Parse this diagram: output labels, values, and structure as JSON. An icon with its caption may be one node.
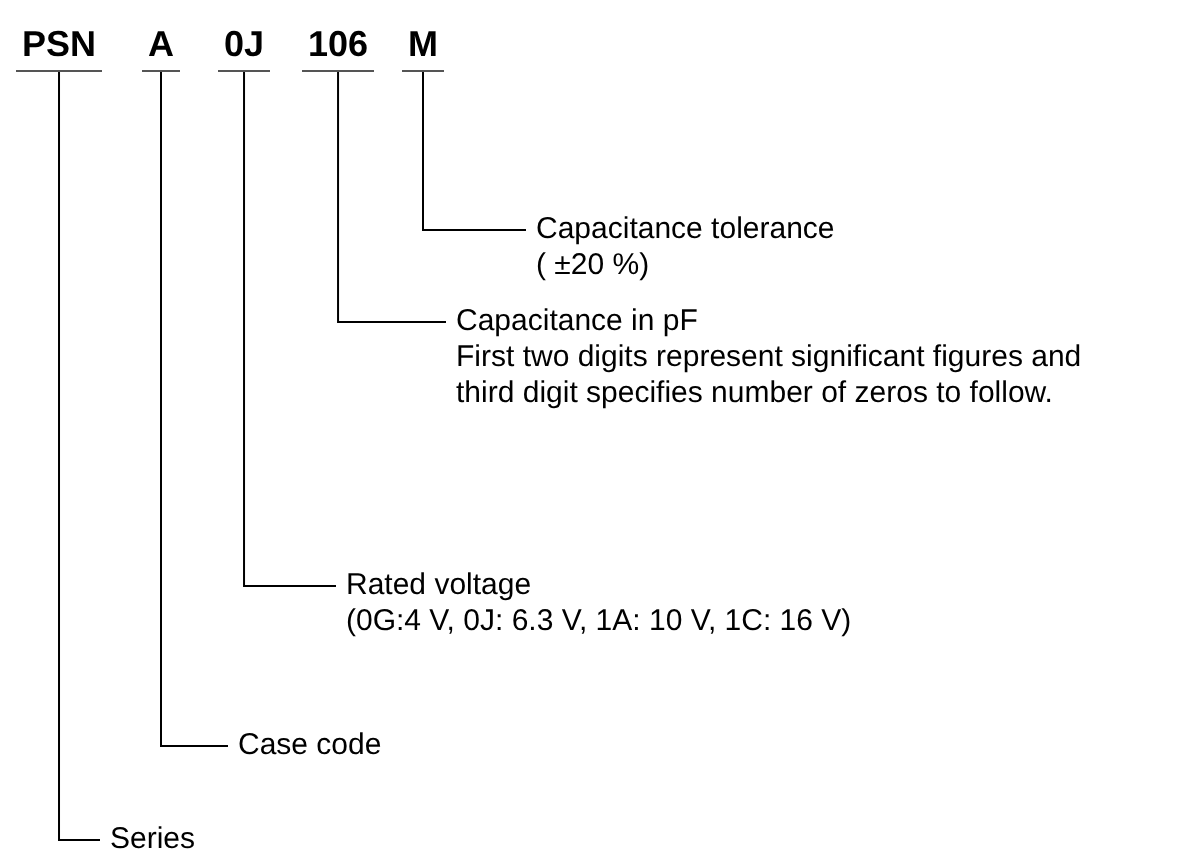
{
  "diagram": {
    "nodes": [
      {
        "text": [
          "PSN"
        ]
      },
      {
        "text": [
          "A"
        ]
      },
      {
        "text": [
          "0J"
        ]
      },
      {
        "text": [
          "106"
        ]
      },
      {
        "text": [
          "M"
        ]
      },
      {
        "text": [
          "Capacitance tolerance",
          "( ±20 %)"
        ]
      },
      {
        "text": [
          "Capacitance in pF",
          "First two digits represent significant figures and third digit specifies number of zeros to follow."
        ]
      },
      {
        "text": [
          "Rated voltage",
          "(0G:4 V, 0J: 6.3 V, 1A: 10 V, 1C: 16 V)"
        ]
      },
      {
        "text": [
          "Case code"
        ]
      },
      {
        "text": [
          "Series"
        ]
      }
    ],
    "edges": [
      {
        "from": 4,
        "to": 5,
        "arrow": "none"
      },
      {
        "from": 3,
        "to": 6,
        "arrow": "none"
      },
      {
        "from": 2,
        "to": 7,
        "arrow": "none"
      },
      {
        "from": 1,
        "to": 8,
        "arrow": "none"
      },
      {
        "from": 0,
        "to": 9,
        "arrow": "none"
      }
    ]
  }
}
